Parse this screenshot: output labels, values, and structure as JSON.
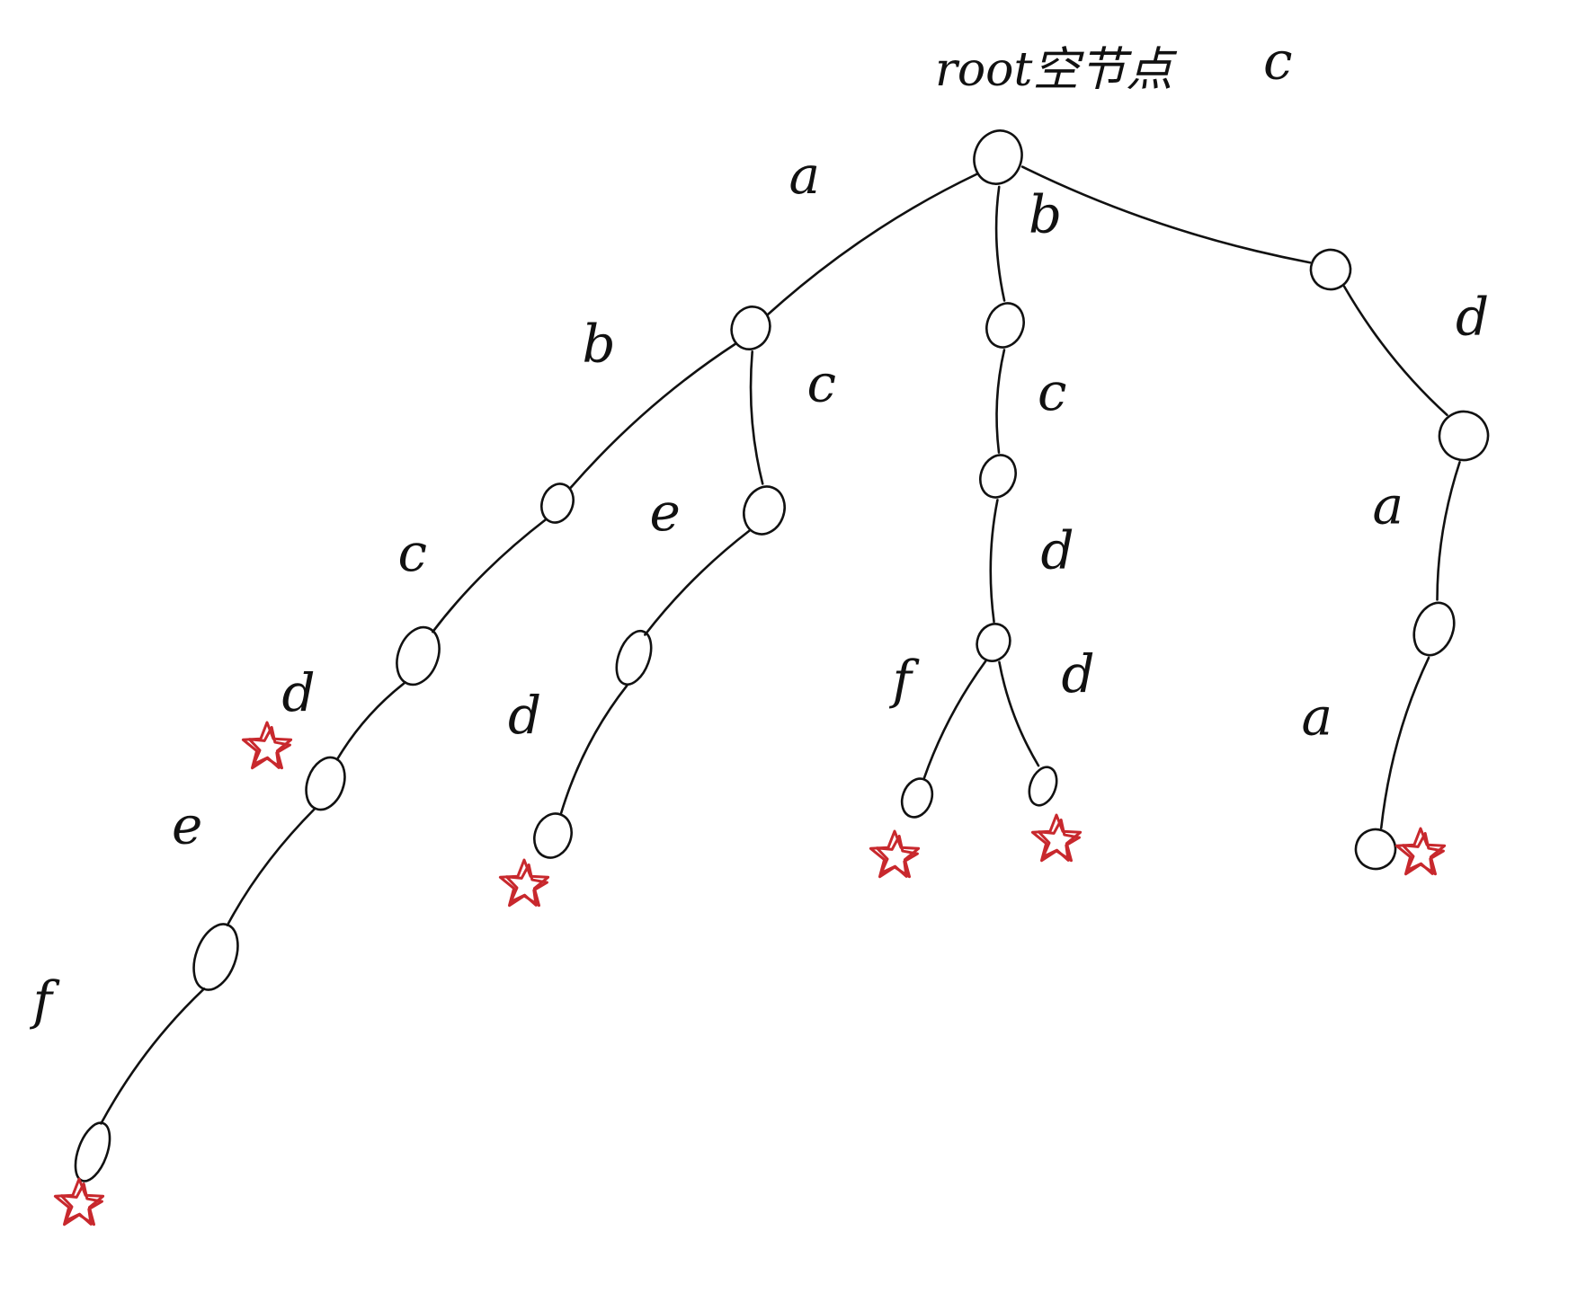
{
  "diagram": {
    "type": "trie",
    "root_label": "root空节点",
    "colors": {
      "ink": "#111111",
      "end_marker": "#c8282d"
    },
    "end_marker_icon": "star-icon",
    "edges": [
      {
        "from": "root",
        "to": "a",
        "label": "a"
      },
      {
        "from": "root",
        "to": "b",
        "label": "b"
      },
      {
        "from": "root",
        "to": "c",
        "label": "c"
      },
      {
        "from": "a",
        "to": "ab",
        "label": "b"
      },
      {
        "from": "a",
        "to": "ac",
        "label": "c"
      },
      {
        "from": "ab",
        "to": "abc",
        "label": "c"
      },
      {
        "from": "abc",
        "to": "abcd",
        "label": "d"
      },
      {
        "from": "abcd",
        "to": "abcde",
        "label": "e"
      },
      {
        "from": "abcde",
        "to": "abcdef",
        "label": "f"
      },
      {
        "from": "ac",
        "to": "ace",
        "label": "e"
      },
      {
        "from": "ace",
        "to": "aced",
        "label": "d"
      },
      {
        "from": "b",
        "to": "bc",
        "label": "c"
      },
      {
        "from": "bc",
        "to": "bcd",
        "label": "d"
      },
      {
        "from": "bcd",
        "to": "bcdf",
        "label": "f"
      },
      {
        "from": "bcd",
        "to": "bcdd",
        "label": "d"
      },
      {
        "from": "c",
        "to": "cd",
        "label": "d"
      },
      {
        "from": "cd",
        "to": "cda",
        "label": "a"
      },
      {
        "from": "cda",
        "to": "cdaa",
        "label": "a"
      }
    ],
    "end_nodes": [
      "abcd",
      "abcdef",
      "aced",
      "bcdf",
      "bcdd",
      "cdaa"
    ]
  }
}
